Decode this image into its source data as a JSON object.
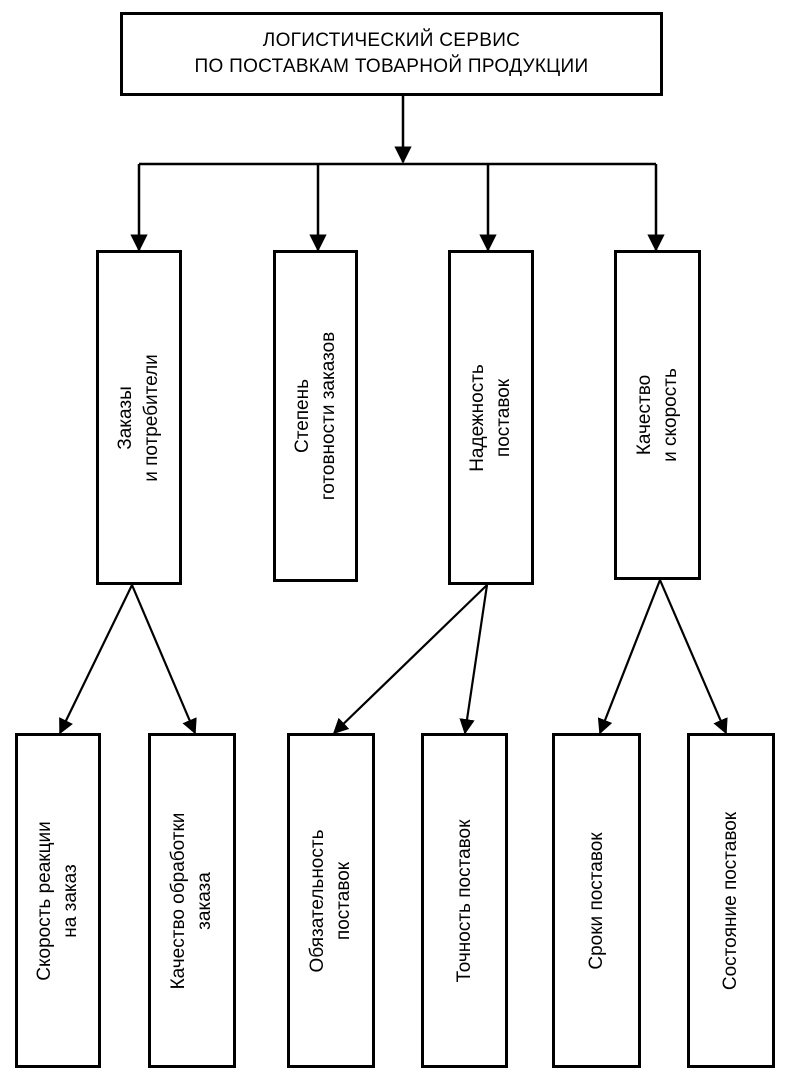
{
  "root": {
    "line1": "ЛОГИСТИЧЕСКИЙ СЕРВИС",
    "line2": "ПО ПОСТАВКАМ ТОВАРНОЙ ПРОДУКЦИИ"
  },
  "level1": [
    {
      "line1": "Заказы",
      "line2": "и потребители"
    },
    {
      "line1": "Степень",
      "line2": "готовности заказов"
    },
    {
      "line1": "Надежность",
      "line2": "поставок"
    },
    {
      "line1": "Качество",
      "line2": "и скорость"
    }
  ],
  "level2": [
    {
      "line1": "Скорость  реакции",
      "line2": "на заказ"
    },
    {
      "line1": "Качество обработки",
      "line2": "заказа"
    },
    {
      "line1": "Обязательность",
      "line2": "поставок"
    },
    {
      "line1": "Точность поставок",
      "line2": ""
    },
    {
      "line1": "Сроки поставок",
      "line2": ""
    },
    {
      "line1": "Состояние  поставок",
      "line2": ""
    }
  ]
}
